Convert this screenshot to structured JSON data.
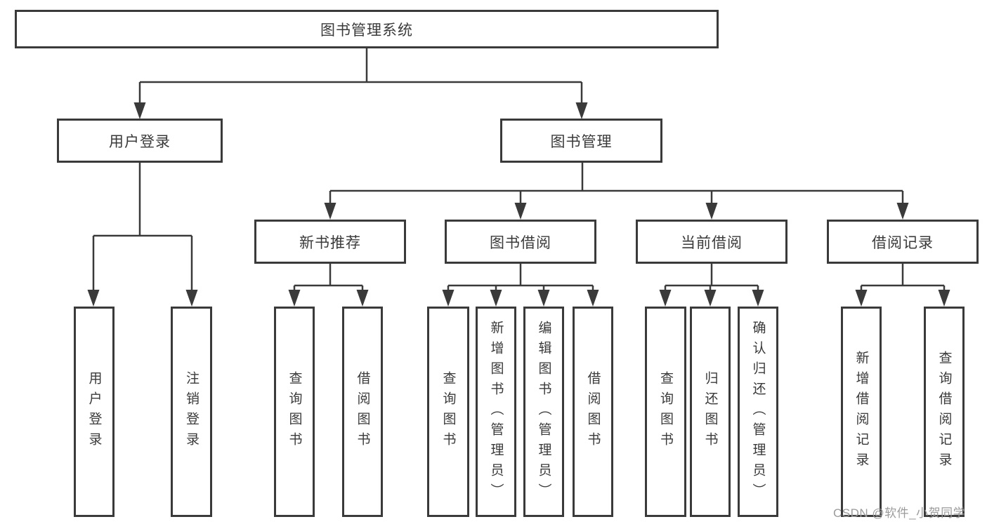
{
  "tree": {
    "label": "图书管理系统",
    "children": [
      {
        "label": "用户登录",
        "children": [
          {
            "label": "用户登录"
          },
          {
            "label": "注销登录"
          }
        ]
      },
      {
        "label": "图书管理",
        "children": [
          {
            "label": "新书推荐",
            "children": [
              {
                "label": "查询图书"
              },
              {
                "label": "借阅图书"
              }
            ]
          },
          {
            "label": "图书借阅",
            "children": [
              {
                "label": "查询图书"
              },
              {
                "label": "新增图书（管理员）"
              },
              {
                "label": "编辑图书（管理员）"
              },
              {
                "label": "借阅图书"
              }
            ]
          },
          {
            "label": "当前借阅",
            "children": [
              {
                "label": "查询图书"
              },
              {
                "label": "归还图书"
              },
              {
                "label": "确认归还（管理员）"
              }
            ]
          },
          {
            "label": "借阅记录",
            "children": [
              {
                "label": "新增借阅记录"
              },
              {
                "label": "查询借阅记录"
              }
            ]
          }
        ]
      }
    ]
  },
  "watermark": "CSDN @软件_小贺同学",
  "colors": {
    "line": "#3a3a3a",
    "text": "#3a3a3a",
    "watermark": "#9b9b9b",
    "background": "#ffffff"
  }
}
